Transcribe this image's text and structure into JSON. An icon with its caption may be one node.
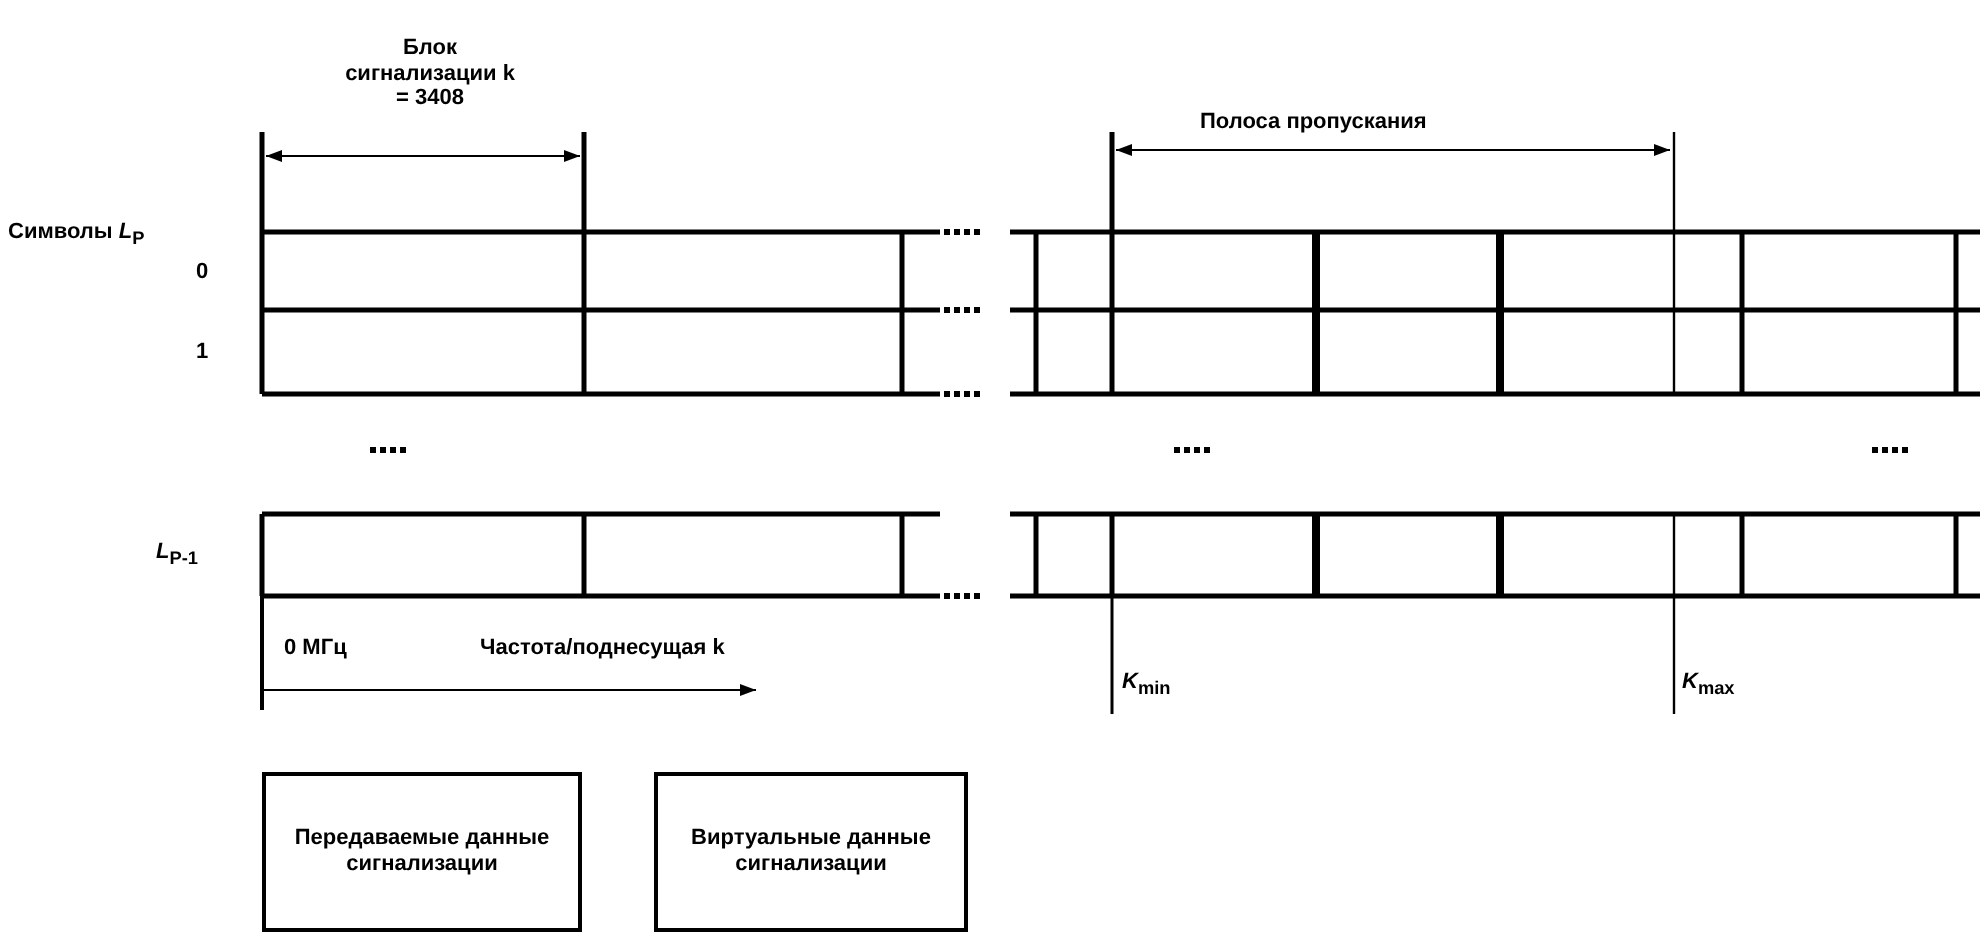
{
  "diagram": {
    "nodes": [
      {
        "text": [
          "Передаваемые данные сигнализации"
        ]
      },
      {
        "text": [
          "Виртуальные данные сигнализации"
        ]
      }
    ],
    "labels": [
      "Блок сигнализации k = 3408",
      "Полоса пропускания",
      "Символы *L*$_{P}$",
      "0",
      "1",
      "*L*$_{P-1}$",
      "0 МГц",
      "Частота/поднесущая k",
      "*K*$_{min}$",
      "*K*$_{max}$"
    ]
  }
}
